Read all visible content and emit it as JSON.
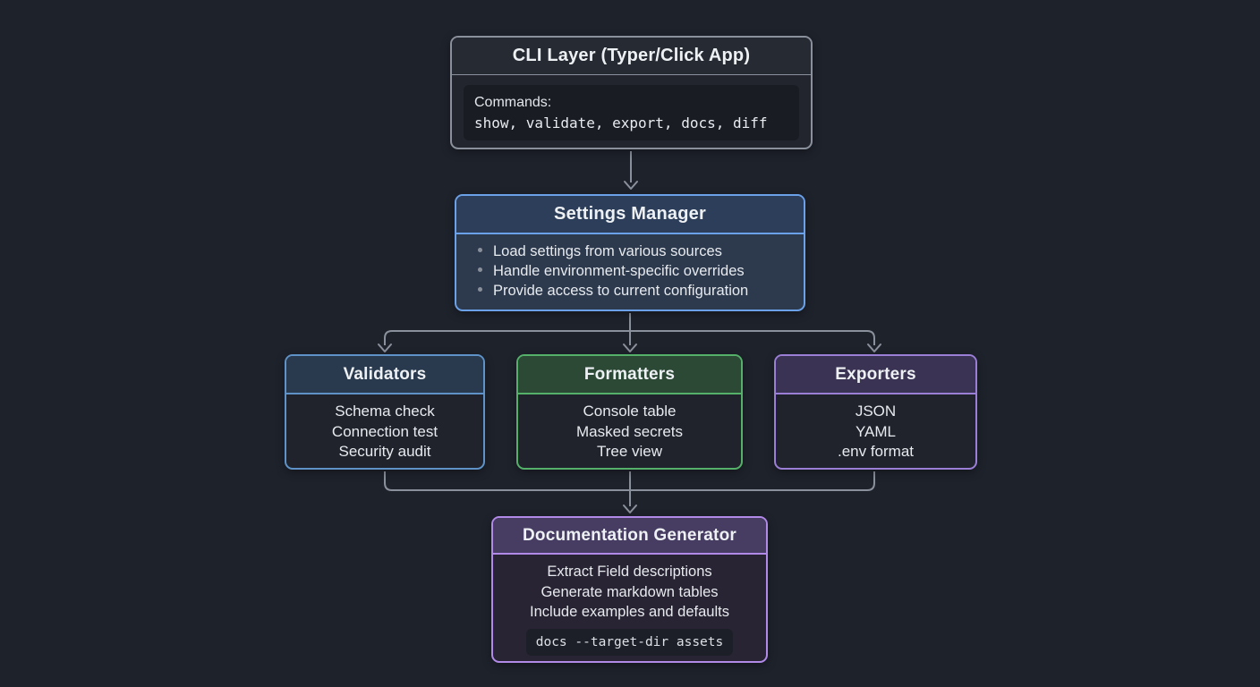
{
  "diagram": {
    "cli": {
      "title": "CLI Layer (Typer/Click App)",
      "commands_label": "Commands:",
      "commands_code": "show, validate, export, docs, diff"
    },
    "settings": {
      "title": "Settings Manager",
      "bullets": [
        "Load settings from various sources",
        "Handle environment-specific overrides",
        "Provide access to current configuration"
      ]
    },
    "validators": {
      "title": "Validators",
      "lines": [
        "Schema check",
        "Connection test",
        "Security audit"
      ]
    },
    "formatters": {
      "title": "Formatters",
      "lines": [
        "Console table",
        "Masked secrets",
        "Tree view"
      ]
    },
    "exporters": {
      "title": "Exporters",
      "lines": [
        "JSON",
        "YAML",
        ".env format"
      ]
    },
    "docgen": {
      "title": "Documentation Generator",
      "lines": [
        "Extract Field descriptions",
        "Generate markdown tables",
        "Include examples and defaults"
      ],
      "code": "docs --target-dir assets"
    },
    "colors": {
      "background": "#1e222b",
      "connector": "#8b919c",
      "cli_border": "#8b919c",
      "settings_border": "#6ba1e8",
      "validators_border": "#5f93c8",
      "formatters_border": "#55b06a",
      "exporters_border": "#9b7fd6",
      "docgen_border": "#b18ae8",
      "code_block_bg": "#191c23"
    }
  }
}
